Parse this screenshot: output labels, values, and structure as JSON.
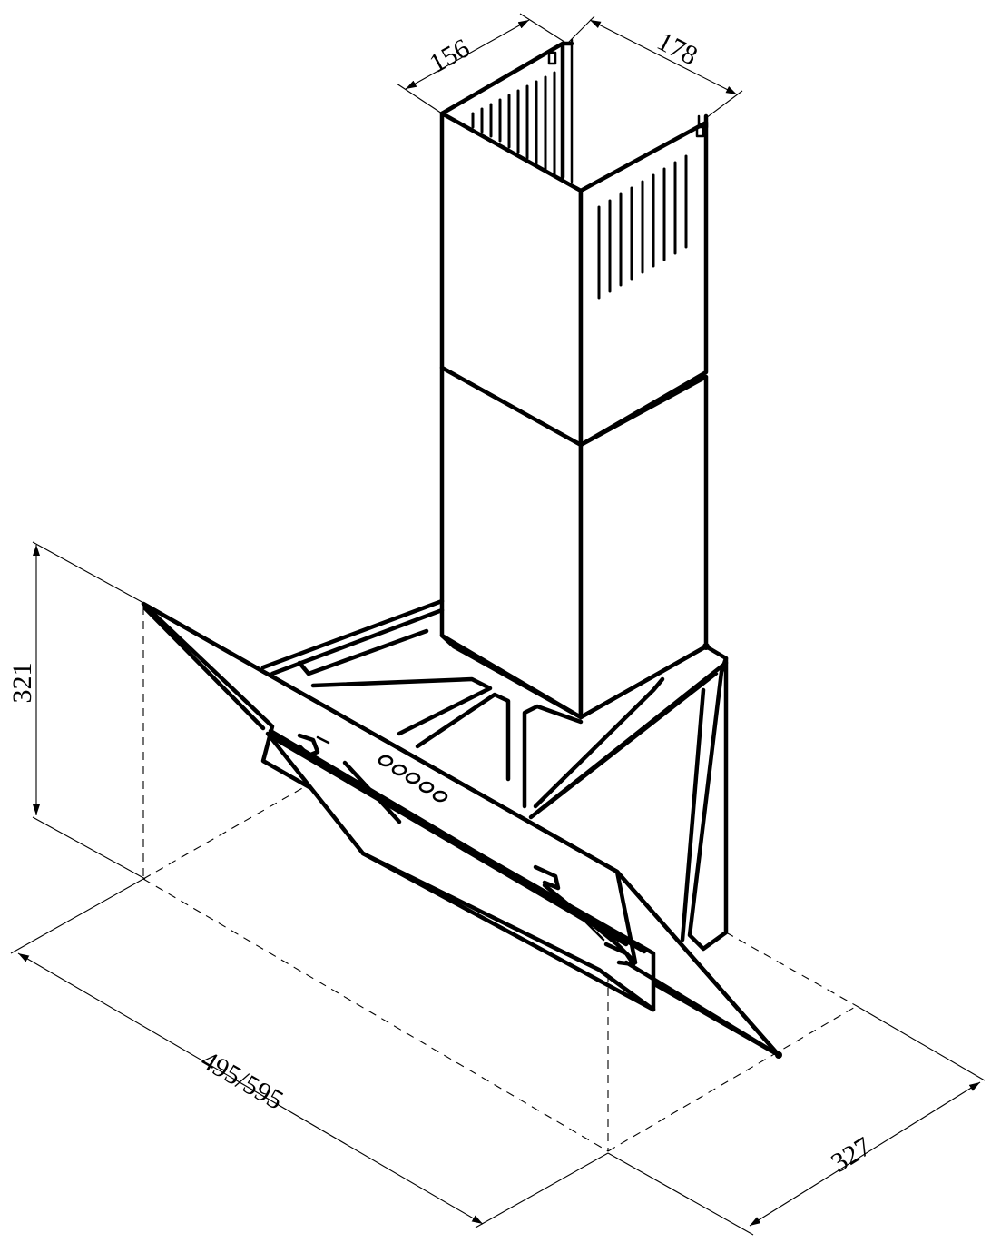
{
  "dimensions": {
    "chimney_width": "156",
    "chimney_depth": "178",
    "height": "321",
    "width": "495/595",
    "depth": "327"
  },
  "colors": {
    "line": "#000000",
    "background": "#ffffff"
  }
}
